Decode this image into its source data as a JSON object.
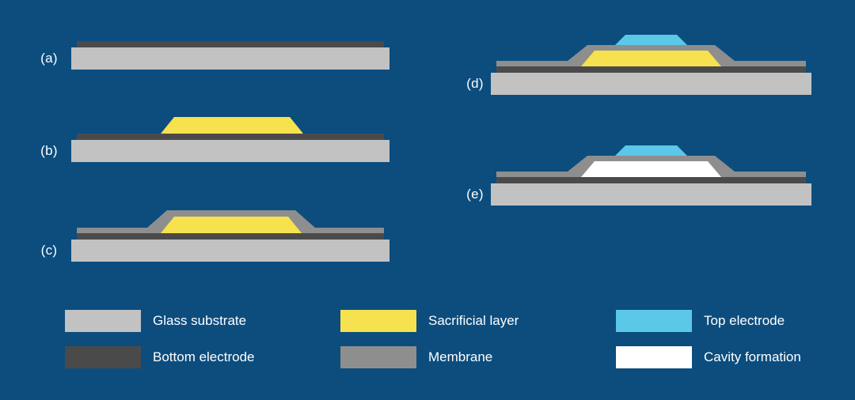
{
  "figure": {
    "type": "fabrication-process-diagram",
    "step_count": 5
  },
  "colors": {
    "background": "#0C4D7E",
    "glass_substrate": "#C2C2C2",
    "bottom_electrode": "#4A4A4A",
    "sacrificial_layer": "#F6E14E",
    "membrane": "#8E8E8E",
    "top_electrode": "#5CC8E8",
    "cavity_formation": "#FFFFFF",
    "label_text": "#FFFFFF"
  },
  "steps": [
    {
      "label": "(a)",
      "layers": [
        "glass_substrate",
        "bottom_electrode"
      ]
    },
    {
      "label": "(b)",
      "layers": [
        "glass_substrate",
        "bottom_electrode",
        "sacrificial_layer"
      ]
    },
    {
      "label": "(c)",
      "layers": [
        "glass_substrate",
        "bottom_electrode",
        "sacrificial_layer",
        "membrane"
      ]
    },
    {
      "label": "(d)",
      "layers": [
        "glass_substrate",
        "bottom_electrode",
        "sacrificial_layer",
        "membrane",
        "top_electrode"
      ]
    },
    {
      "label": "(e)",
      "layers": [
        "glass_substrate",
        "bottom_electrode",
        "membrane",
        "top_electrode",
        "cavity_formation"
      ]
    }
  ],
  "legend": {
    "items": [
      {
        "label": "Glass substrate"
      },
      {
        "label": "Bottom electrode"
      },
      {
        "label": "Sacrificial layer"
      },
      {
        "label": "Membrane"
      },
      {
        "label": "Top electrode"
      },
      {
        "label": "Cavity formation"
      }
    ]
  }
}
